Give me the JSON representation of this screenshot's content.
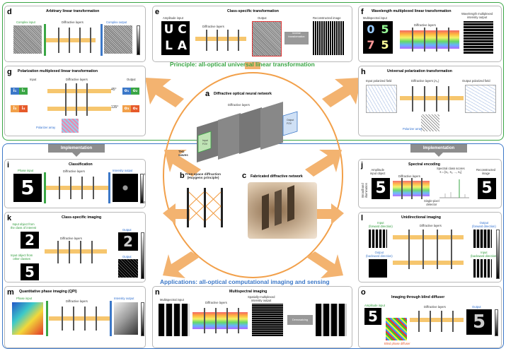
{
  "principle": "Principle: all-optical universal linear transformation",
  "applications": "Applications: all-optical computational imaging and sensing",
  "implementation": "Implementation",
  "center": {
    "a_letter": "a",
    "a_title": "Diffractive optical neural network",
    "diff_layers": "Diffractive layers",
    "input_fov": "Input\nFOV",
    "output_fov": "Output\nFOV",
    "thz": "THz\nwaves",
    "b_letter": "b",
    "b_title": "Free-space diffraction\n(Huygens principle)",
    "c_letter": "c",
    "c_title": "Fabricated diffractive network"
  },
  "d": {
    "letter": "d",
    "title": "Arbitrary linear transformation",
    "input": "Complex input",
    "layers": "Diffractive layers",
    "output": "Complex output"
  },
  "e": {
    "letter": "e",
    "title": "Class-specific transformation",
    "input": "Amplitude input",
    "layers": "Diffractive layers",
    "output": "Output",
    "inverse": "Inverse\ntransformation",
    "recon": "Reconstructed image",
    "glyphs": [
      "U",
      "C",
      "L",
      "A"
    ]
  },
  "f": {
    "letter": "f",
    "title": "Wavelength multiplexed linear transformation",
    "input": "Multispectral input",
    "layers": "Diffractive layers",
    "output": "Wavelength multiplexed\nintensity output",
    "glyphs": [
      "0",
      "5",
      "7",
      "5"
    ]
  },
  "g": {
    "letter": "g",
    "title": "Polarization multiplexed linear transformation",
    "input": "Input",
    "layers": "Diffractive layers",
    "output": "Output",
    "angle1": "45°",
    "angle2": "135°",
    "polarizer": "Polarizer array",
    "in1": [
      "i₁",
      "i₂"
    ],
    "in2": [
      "i₃",
      "i₄"
    ],
    "out1": [
      "o₁",
      "o₂"
    ],
    "out2": [
      "o₃",
      "o₄"
    ]
  },
  "h": {
    "letter": "h",
    "title": "Universal polarization transformation",
    "input": "Input polarized field",
    "layers": "Diffractive layers (Aₚ)",
    "output": "Output polarized field",
    "polarizer": "Polarizer array"
  },
  "i": {
    "letter": "i",
    "title": "Classification",
    "input": "Phase input",
    "layers": "Diffractive layers",
    "output": "Intensity output",
    "digit": "5",
    "scale_top": "1",
    "scale_bottom": "0"
  },
  "j": {
    "letter": "j",
    "title": "Spectral encoding",
    "input": "Amplitude\ninput object",
    "broadband": "Broadband\nillumination",
    "layers": "Diffractive layers",
    "single": "Single-pixel\ndetector",
    "spectral": "Spectral class scores\ns = [s₀, s₁, ..., s₉]",
    "recon": "Reconstructed\nimage",
    "digit": "5"
  },
  "k": {
    "letter": "k",
    "title": "Class-specific imaging",
    "in1": "Input object from\nthe class of interest",
    "in2": "Input object from\nother classes",
    "layers": "Diffractive layers",
    "out": "Output",
    "digits": [
      "2",
      "5",
      "2"
    ]
  },
  "l": {
    "letter": "l",
    "title": "Unidirectional imaging",
    "in1": "Input\n(forward direction)",
    "layers": "Diffractive layers",
    "out1": "Output\n(forward direction)",
    "out2": "Output\n(backward direction)",
    "in2": "Input\n(backward direction)"
  },
  "m": {
    "letter": "m",
    "title": "Quantitative phase imaging (QPI)",
    "input": "Phase input",
    "layers": "Diffractive layers",
    "output": "Intensity output"
  },
  "n": {
    "letter": "n",
    "title": "Multispectral imaging",
    "input": "Multispectral input",
    "layers": "Diffractive layers",
    "output": "Spatially-multiplexed\nintensity output",
    "demosaic": "Demosaicing"
  },
  "o": {
    "letter": "o",
    "title": "Imaging through blind diffuser",
    "input": "Amplitude input",
    "layers": "Diffractive layers",
    "output": "Output",
    "diffuser": "Blind phase diffuser",
    "digit": "5"
  }
}
